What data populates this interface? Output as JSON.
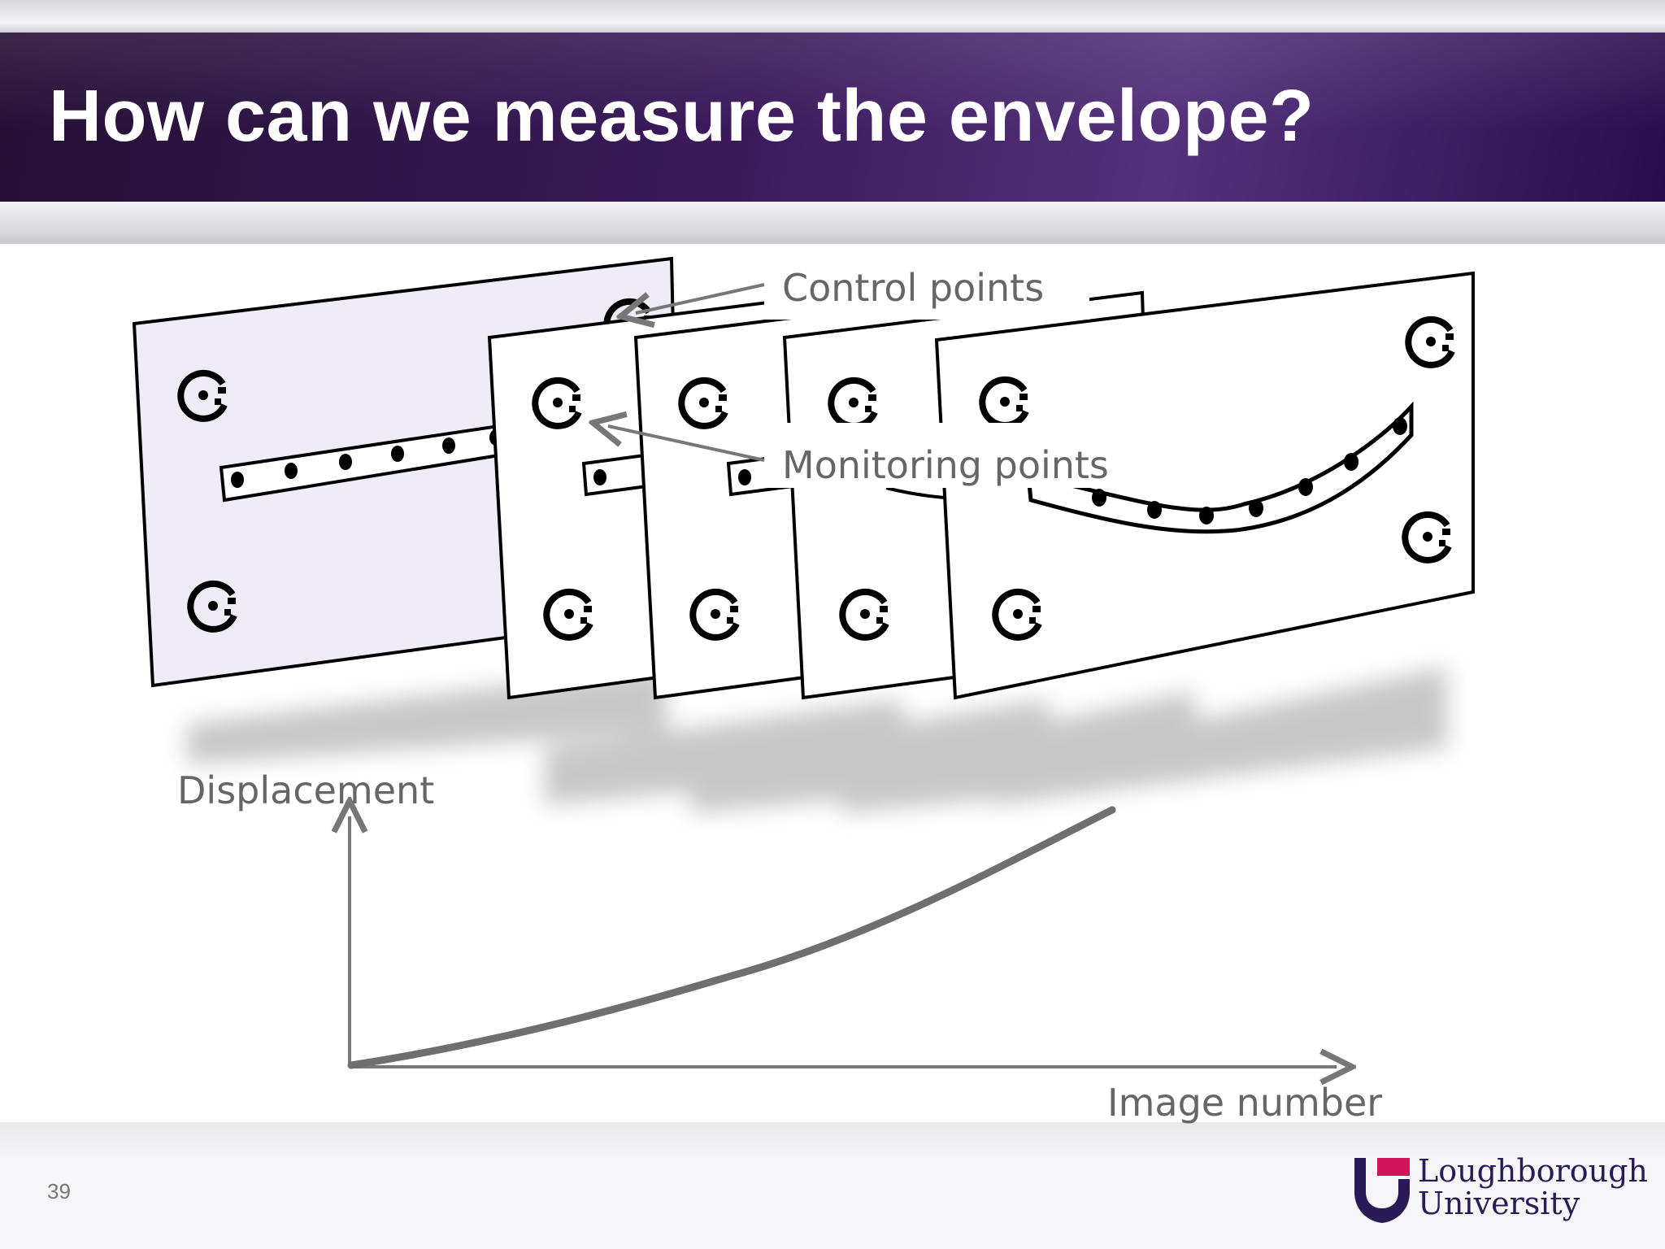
{
  "slide": {
    "title": "How can we measure the envelope?",
    "number": "39"
  },
  "diagram": {
    "labels": {
      "control_points": "Control points",
      "monitoring_points": "Monitoring points",
      "y_axis": "Displacement",
      "x_axis": "Image number"
    }
  },
  "logo": {
    "line1": "Loughborough",
    "line2": "University",
    "colors": {
      "navy": "#2a1a57",
      "magenta": "#d4145a"
    }
  },
  "colors": {
    "header": "#3b1a5c",
    "label_gray": "#666666",
    "curve_gray": "#6f6f6f"
  }
}
